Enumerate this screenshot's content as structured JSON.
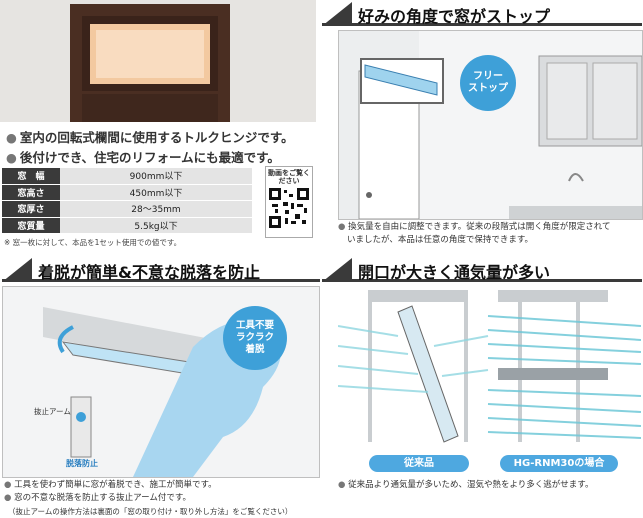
{
  "intro": {
    "bullets": [
      "室内の回転式欄間に使用するトルクヒンジです。",
      "後付けでき、住宅のリフォームにも最適です。"
    ]
  },
  "specs": [
    {
      "label": "窓　幅",
      "value": "900mm以下"
    },
    {
      "label": "窓高さ",
      "value": "450mm以下"
    },
    {
      "label": "窓厚さ",
      "value": "28～35mm"
    },
    {
      "label": "窓質量",
      "value": "5.5kg以下"
    }
  ],
  "spec_note": "※ 窓一枚に対して、本品を1セット使用での値です。",
  "qr": {
    "label": "動画をご覧ください"
  },
  "sections": {
    "angle": {
      "title": "好みの角度で窓がストップ",
      "bubble": [
        "フリー",
        "ストップ"
      ],
      "caption": [
        "換気量を自由に調整できます。従来の段階式は開く角度が限定されて",
        "いましたが、本品は任意の角度で保持できます。"
      ]
    },
    "detach": {
      "title": "着脱が簡単&不意な脱落を防止",
      "bubble": [
        "工具不要",
        "ラクラク",
        "着脱"
      ],
      "label_arm": "抜止アーム",
      "label_prevent": "脱落防止",
      "captions": [
        "工具を使わず簡単に窓が着脱でき、施工が簡単です。",
        "窓の不意な脱落を防止する抜止アーム付です。"
      ],
      "note": "（抜止アームの操作方法は裏面の「窓の取り付け・取り外し方法」をご覧ください）"
    },
    "airflow": {
      "title": "開口が大きく通気量が多い",
      "label_old": "従来品",
      "label_new": "HG-RNM30の場合",
      "caption": "従来品より通気量が多いため、湿気や熱をより多く逃がせます。"
    }
  },
  "colors": {
    "accent": "#3ea0d8",
    "header": "#3a3a3a",
    "flow": "#7fd0dc"
  }
}
